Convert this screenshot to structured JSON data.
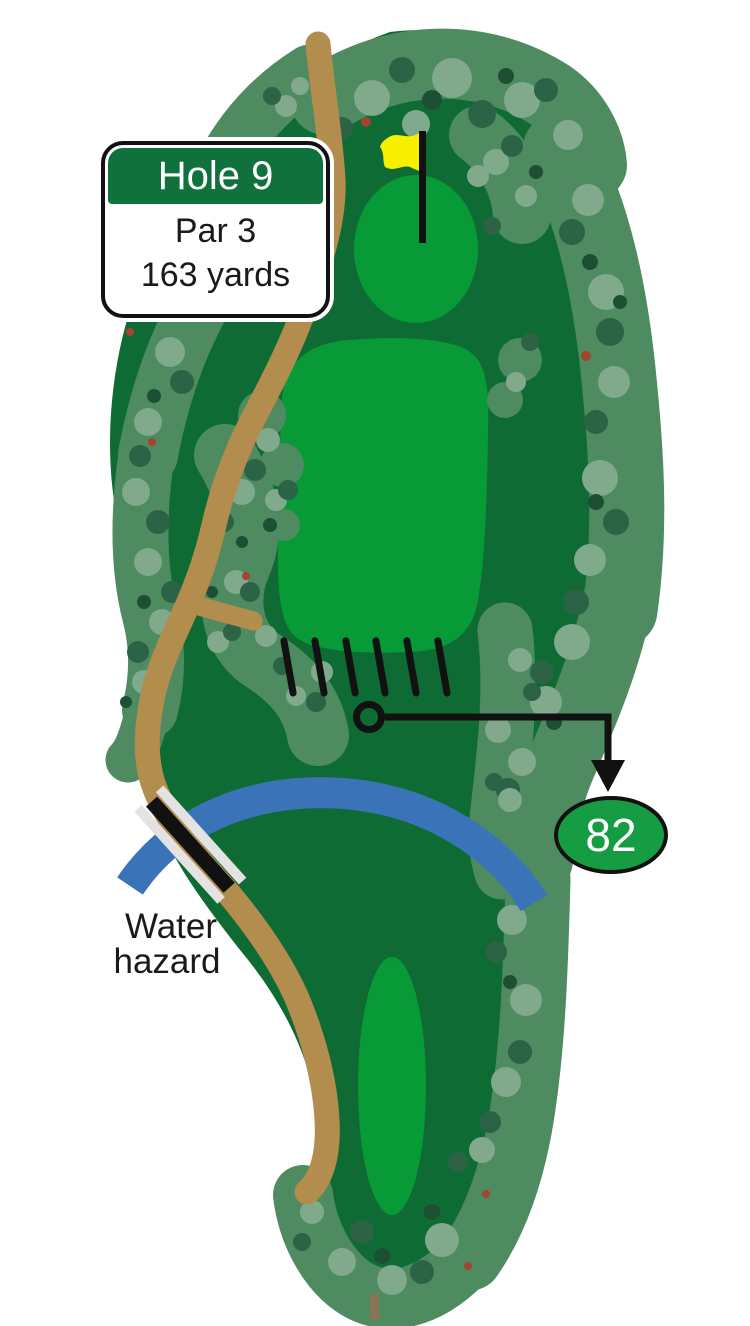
{
  "sign": {
    "title": "Hole 9",
    "par": "Par 3",
    "yards": "163 yards"
  },
  "distance_marker": {
    "value": "82"
  },
  "water_label": {
    "line1": "Water",
    "line2": "hazard"
  },
  "icons": {
    "flag": "yellow pin flag",
    "tee_marks": "6 tee hash marks",
    "marker_circle": "sprinkler-head distance point"
  },
  "colors": {
    "rough": "#0e6b34",
    "fairway": "#089a36",
    "trees": "#4f8b60",
    "trees_light": "#80aa8b",
    "trees_dark": "#2c6245",
    "trees_deep": "#1d4f35",
    "cart_path": "#b28d4d",
    "water": "#3b73b9",
    "bridge_rail": "#e3e3e3",
    "sign_header": "#11713c",
    "marker_fill": "#169d44",
    "flag": "#f7ef00",
    "ink": "#111111"
  }
}
